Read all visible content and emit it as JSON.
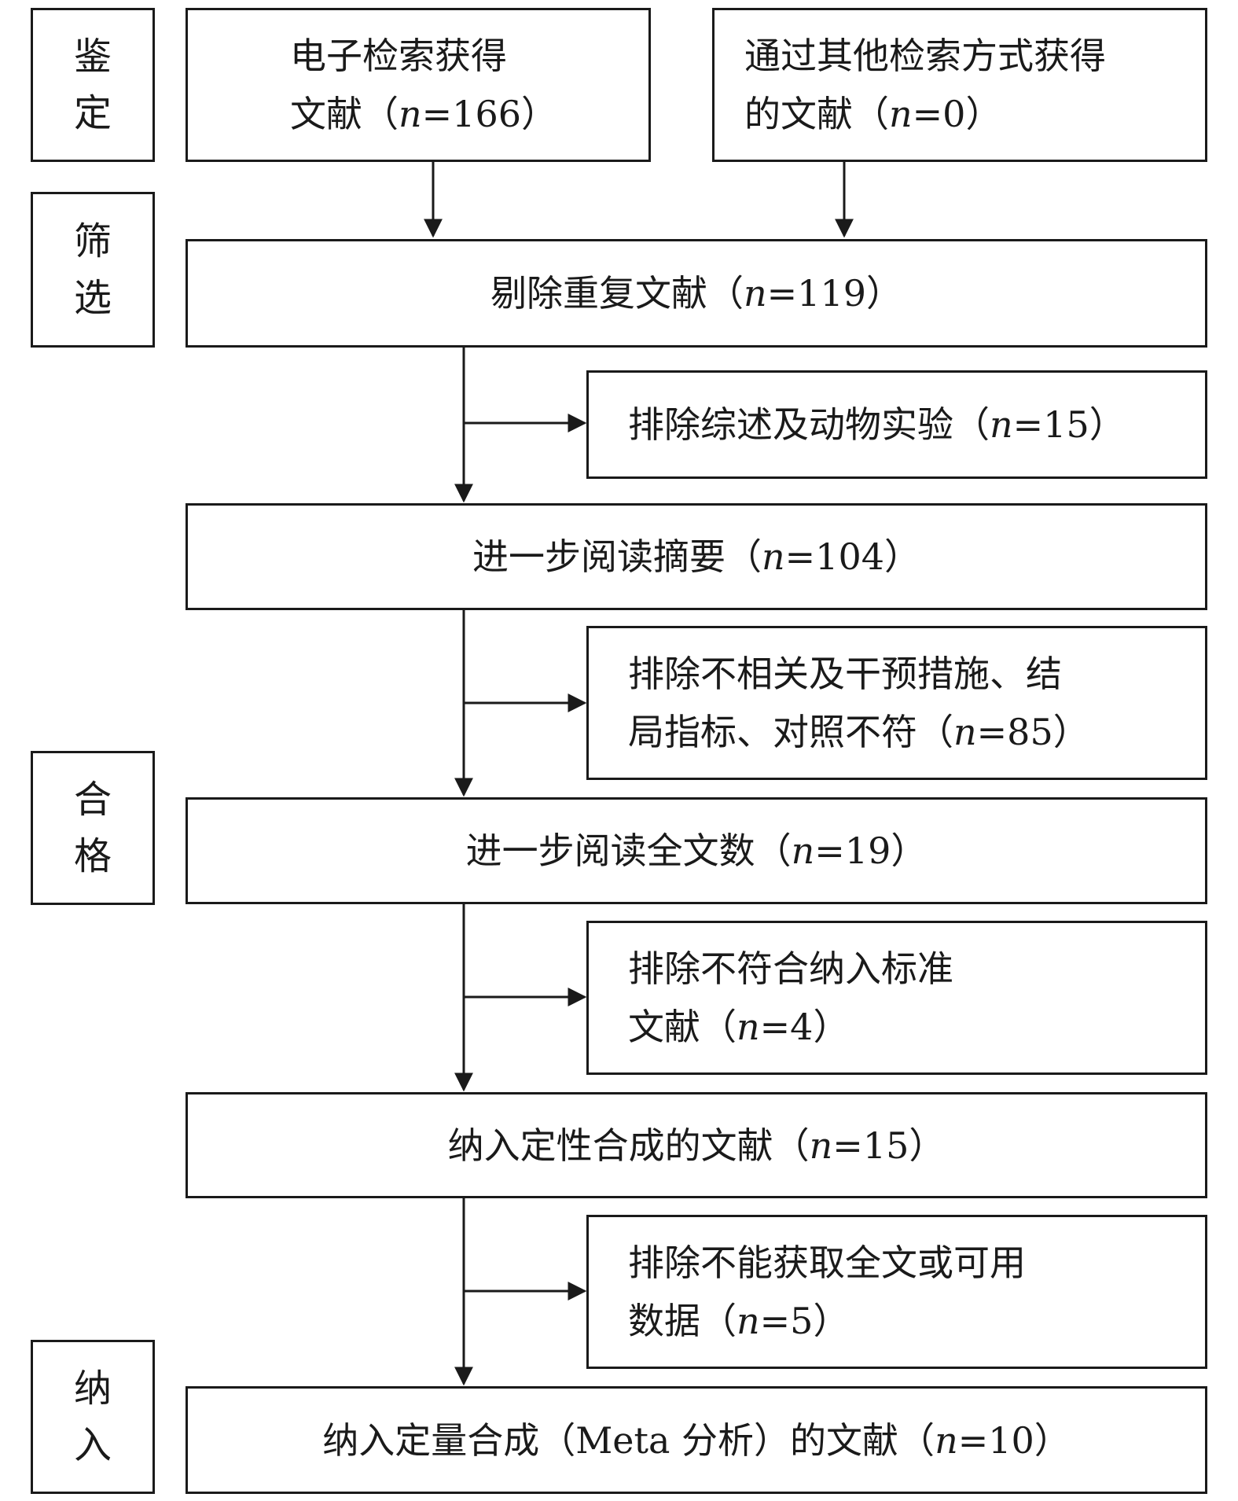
{
  "stages": {
    "identification": [
      "鉴",
      "定"
    ],
    "screening": [
      "筛",
      "选"
    ],
    "eligibility": [
      "合",
      "格"
    ],
    "included": [
      "纳",
      "入"
    ]
  },
  "records": {
    "database": {
      "line1": "电子检索获得",
      "line2_prefix": "文献（",
      "n_symbol": "n",
      "line2_suffix": "=166）"
    },
    "other": {
      "line1": "通过其他检索方式获得",
      "line2_prefix": "的文献（",
      "n_symbol": "n",
      "line2_suffix": "=0）"
    }
  },
  "flow": {
    "duplicates": {
      "prefix": "剔除重复文献（",
      "n_symbol": "n",
      "suffix": "=119）"
    },
    "abstracts": {
      "prefix": "进一步阅读摘要（",
      "n_symbol": "n",
      "suffix": "=104）"
    },
    "fulltext": {
      "prefix": "进一步阅读全文数（",
      "n_symbol": "n",
      "suffix": "=19）"
    },
    "qualitative": {
      "prefix": "纳入定性合成的文献（",
      "n_symbol": "n",
      "suffix": "=15）"
    },
    "quantitative": {
      "prefix": "纳入定量合成（Meta 分析）的文献（",
      "n_symbol": "n",
      "suffix": "=10）"
    }
  },
  "exclusions": {
    "reviews": {
      "line1_prefix": "排除综述及动物实验（",
      "n_symbol": "n",
      "line1_suffix": "=15）"
    },
    "irrelevant": {
      "line1": "排除不相关及干预措施、结",
      "line2_prefix": "局指标、对照不符（",
      "n_symbol": "n",
      "line2_suffix": "=85）"
    },
    "criteria": {
      "line1": "排除不符合纳入标准",
      "line2_prefix": "文献（",
      "n_symbol": "n",
      "line2_suffix": "=4）"
    },
    "unavailable": {
      "line1": "排除不能获取全文或可用",
      "line2_prefix": "数据（",
      "n_symbol": "n",
      "line2_suffix": "=5）"
    }
  }
}
